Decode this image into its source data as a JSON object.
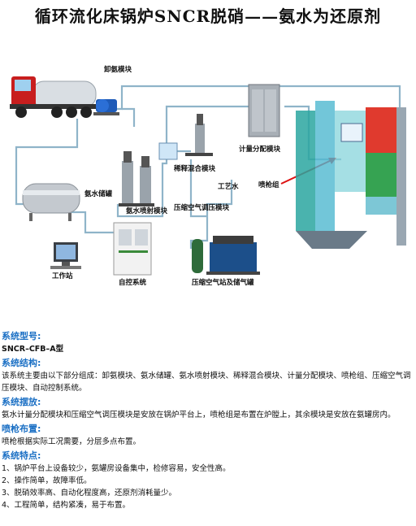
{
  "title": "循环流化床锅炉SNCR脱硝——氨水为还原剂",
  "diagram_labels": {
    "unloading": "卸氨模块",
    "storage": "氨水储罐",
    "injection_pump": "氨水喷射模块",
    "dilution": "稀释混合模块",
    "metering": "计量分配模块",
    "lance_group": "喷枪组",
    "process_water": "工艺水",
    "air_regulation": "压缩空气调压模块",
    "workstation": "工作站",
    "control": "自控系统",
    "air_station": "压缩空气站及储气罐"
  },
  "sections": [
    {
      "heading": "系统型号:",
      "body": "SNCR–CFB–A型",
      "bold": true
    },
    {
      "heading": "系统结构:",
      "body": "该系统主要由以下部分组成：卸氨模块、氨水储罐、氨水喷射模块、稀释混合模块、计量分配模块、喷枪组、压缩空气调压模块、自动控制系统。",
      "bold": false
    },
    {
      "heading": "系统摆放:",
      "body": "氨水计量分配模块和压缩空气调压模块是安放在锅炉平台上，喷枪组是布置在炉膛上，其余模块是安放在氨罐房内。",
      "bold": false
    },
    {
      "heading": "喷枪布置:",
      "body": "喷枪根据实际工况需要，分层多点布置。",
      "bold": false
    }
  ],
  "features": {
    "heading": "系统特点:",
    "items": [
      "1、锅炉平台上设备较少，氨罐房设备集中，检修容易，安全性高。",
      "2、操作简单，故障率低。",
      "3、脱硝效率高、自动化程度高，还原剂消耗量少。",
      "4、工程简单，结构紧凑，易于布置。"
    ]
  },
  "colors": {
    "heading": "#1a6fc4",
    "pipe": "#8fb4c9",
    "truck_cab": "#c81e1e",
    "boiler": "#2aa6a0"
  }
}
